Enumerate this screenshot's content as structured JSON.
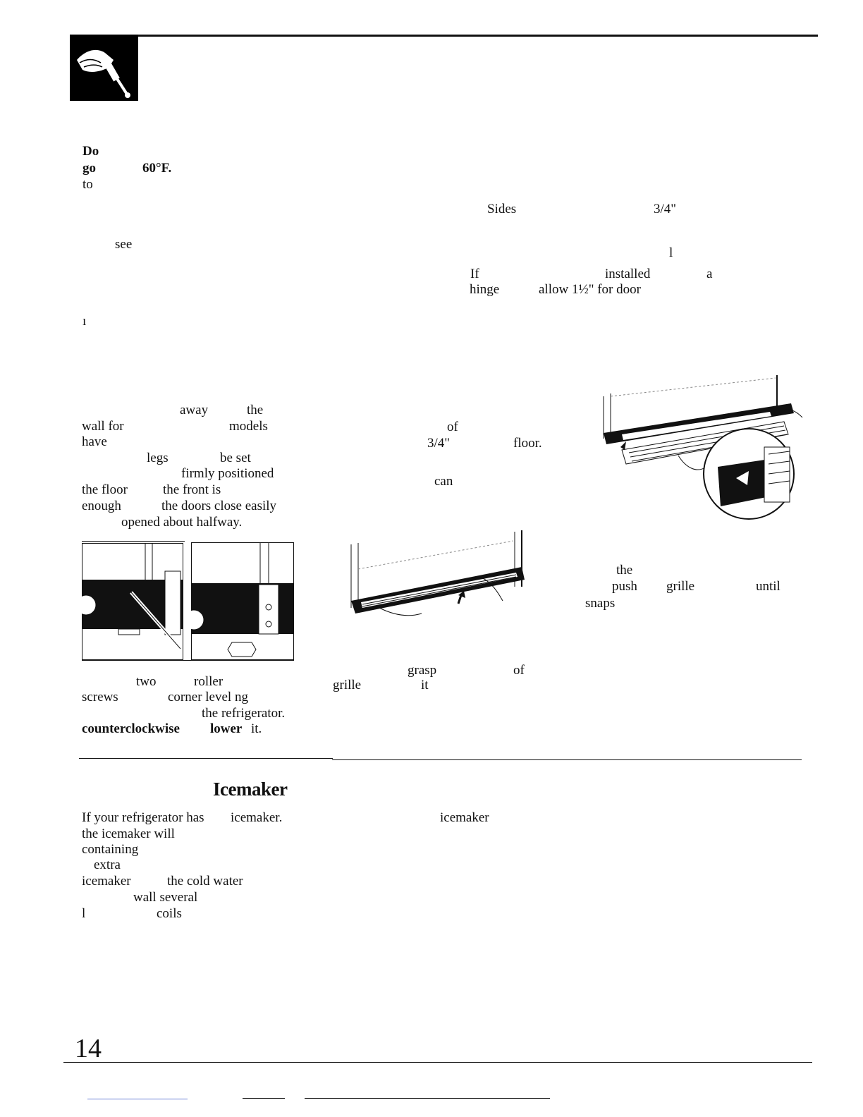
{
  "page_number": "14",
  "fragments": {
    "w01": "Do",
    "w02": "go",
    "w03": "60°F.",
    "w04": "to",
    "w05": "Sides",
    "w06": "3/4\"",
    "w07": "see",
    "w08": "l",
    "w09": "If",
    "w10": "installed",
    "w11": "a",
    "w12": "hinge",
    "w13": "allow 1½\" for door",
    "w14": "ı",
    "w15": "away",
    "w16": "the",
    "w17": "wall for",
    "w18": "models",
    "w19": "have",
    "w20": "legs",
    "w21": "be set",
    "w22": "firmly positioned",
    "w23": "the floor",
    "w24": "the front is",
    "w25": "enough",
    "w26": "the doors close easily",
    "w27": "opened about halfway.",
    "w28": "of",
    "w29": "3/4\"",
    "w30": "floor.",
    "w31": "can",
    "w32": "the",
    "w33": "push",
    "w34": "grille",
    "w35": "until",
    "w36": "snaps",
    "w37": "two",
    "w38": "roller",
    "w39": "screws",
    "w40": "corner level ng",
    "w41": "the refrigerator.",
    "w42": "counterclockwise",
    "w43": "lower",
    "w44": "it.",
    "w45": "grasp",
    "w46": "of",
    "w47": "grille",
    "w48": "it",
    "w49": "Icemaker",
    "w50": "If your refrigerator has",
    "w51": "icemaker.",
    "w52": "icemaker",
    "w53": "the icemaker will",
    "w54": "containing",
    "w55": "extra",
    "w56": "icemaker",
    "w57": "the cold water",
    "w58": "wall several",
    "w59": "l",
    "w60": "coils"
  }
}
